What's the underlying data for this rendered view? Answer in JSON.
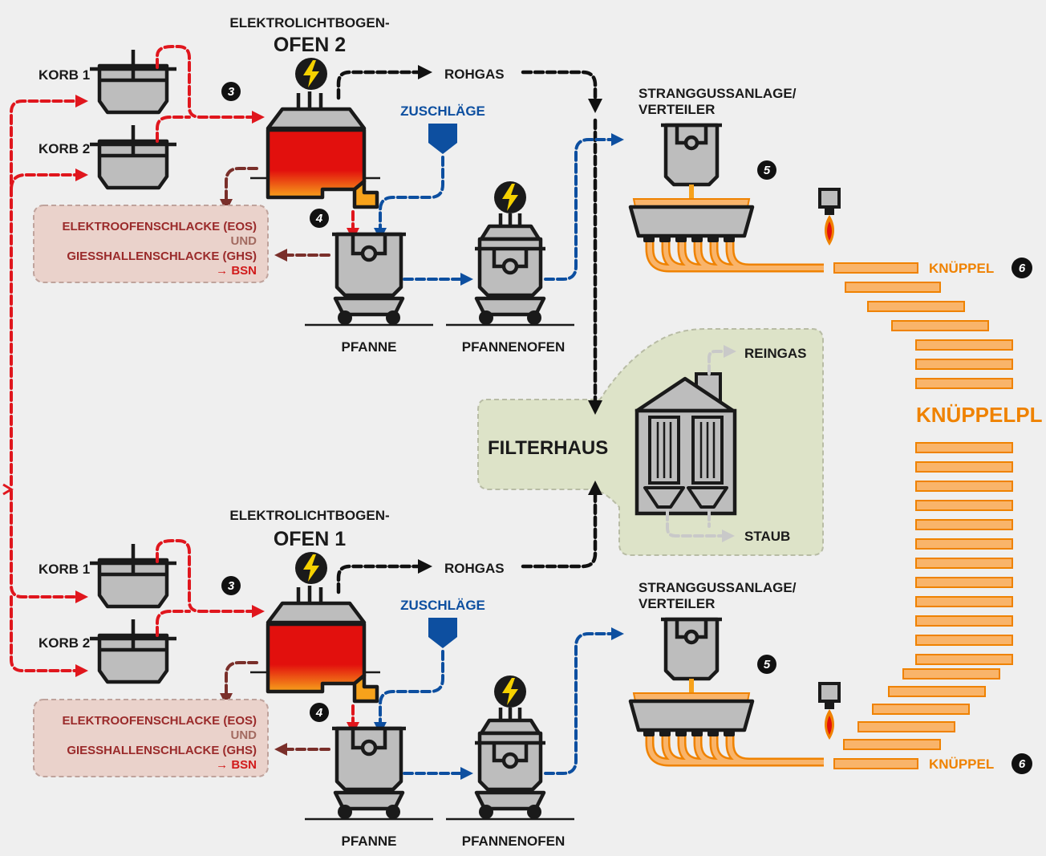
{
  "furnace2": {
    "title_small": "ELEKTROLICHTBOGEN-",
    "title_big": "OFEN 2"
  },
  "furnace1": {
    "title_small": "ELEKTROLICHTBOGEN-",
    "title_big": "OFEN 1"
  },
  "top_line": {
    "korb1": "KORB 1",
    "korb2": "KORB 2",
    "step3": "3",
    "step4": "4",
    "rohgas": "ROHGAS",
    "zuschlaege": "ZUSCHLÄGE",
    "slag_eos": "ELEKTROOFENSCHLACKE (EOS)",
    "slag_und": "UND",
    "slag_ghs": "GIESSHALLENSCHLACKE (GHS)",
    "slag_bsn": "→ BSN",
    "pfanne": "PFANNE",
    "pfannenofen": "PFANNENOFEN",
    "strangguss_1": "STRANGGUSSANLAGE/",
    "strangguss_2": "VERTEILER",
    "step5": "5",
    "knueppel": "KNÜPPEL",
    "step6": "6"
  },
  "bottom_line": {
    "korb1": "KORB 1",
    "korb2": "KORB 2",
    "step3": "3",
    "step4": "4",
    "rohgas": "ROHGAS",
    "zuschlaege": "ZUSCHLÄGE",
    "slag_eos": "ELEKTROOFENSCHLACKE (EOS)",
    "slag_und": "UND",
    "slag_ghs": "GIESSHALLENSCHLACKE (GHS)",
    "slag_bsn": "→ BSN",
    "pfanne": "PFANNE",
    "pfannenofen": "PFANNENOFEN",
    "strangguss_1": "STRANGGUSSANLAGE/",
    "strangguss_2": "VERTEILER",
    "step5": "5",
    "knueppel": "KNÜPPEL",
    "step6": "6"
  },
  "filter": {
    "title": "FILTERHAUS",
    "reingas": "REINGAS",
    "staub": "STAUB"
  },
  "billet_stack": {
    "label": "KNÜPPELPL"
  },
  "colors": {
    "scrap_flow": "#e0161d",
    "gas_flow": "#111111",
    "additive_flow": "#0d4fa0",
    "slag_flow": "#7a2f2a",
    "billet": "#ef8200",
    "filter_zone": "#dde3c8",
    "slag_box": "#ead2cb"
  }
}
